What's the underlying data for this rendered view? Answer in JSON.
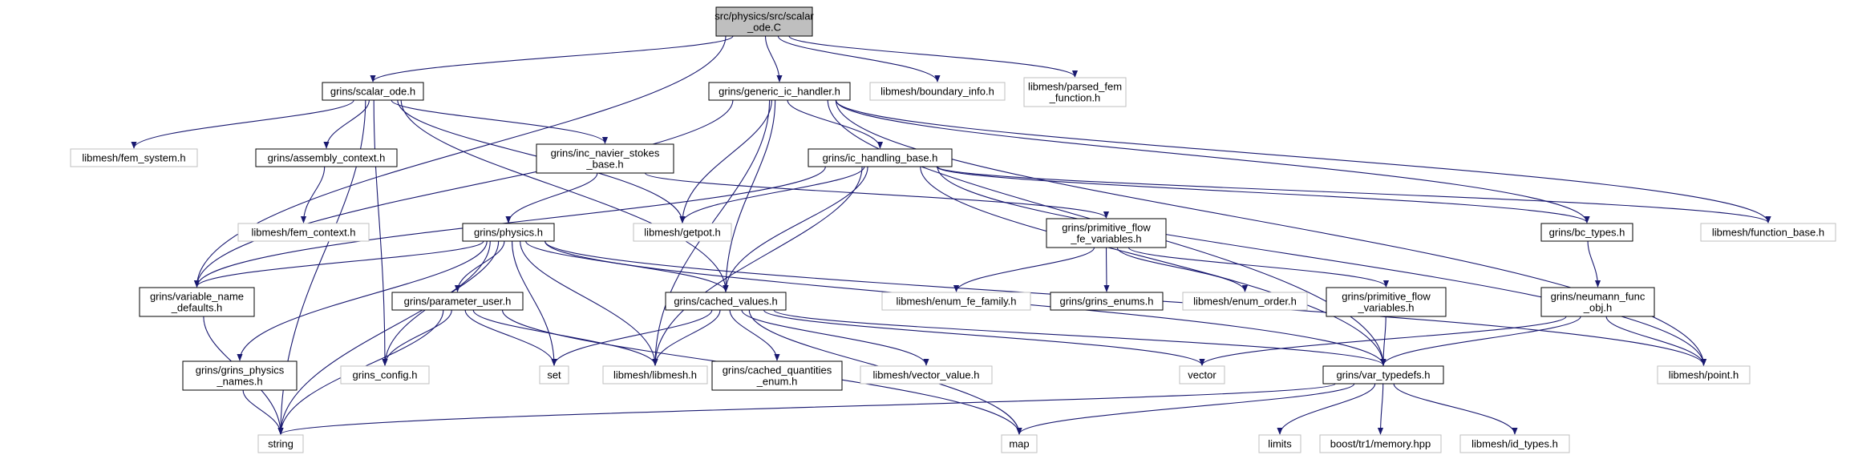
{
  "diagram": {
    "title": "src/physics/src/scalar_ode.C",
    "nodes": [
      {
        "id": "root",
        "lines": [
          "src/physics/src/scalar",
          "_ode.C"
        ],
        "style": "root"
      },
      {
        "id": "scalar_ode_h",
        "lines": [
          "grins/scalar_ode.h"
        ],
        "style": "strong"
      },
      {
        "id": "generic_ic_handler_h",
        "lines": [
          "grins/generic_ic_handler.h"
        ],
        "style": "strong"
      },
      {
        "id": "boundary_info_h",
        "lines": [
          "libmesh/boundary_info.h"
        ],
        "style": "gray"
      },
      {
        "id": "parsed_fem_function_h",
        "lines": [
          "libmesh/parsed_fem",
          "_function.h"
        ],
        "style": "gray"
      },
      {
        "id": "fem_system_h",
        "lines": [
          "libmesh/fem_system.h"
        ],
        "style": "gray"
      },
      {
        "id": "assembly_context_h",
        "lines": [
          "grins/assembly_context.h"
        ],
        "style": "strong"
      },
      {
        "id": "inc_navier_stokes_base_h",
        "lines": [
          "grins/inc_navier_stokes",
          "_base.h"
        ],
        "style": "strong"
      },
      {
        "id": "ic_handling_base_h",
        "lines": [
          "grins/ic_handling_base.h"
        ],
        "style": "strong"
      },
      {
        "id": "fem_context_h",
        "lines": [
          "libmesh/fem_context.h"
        ],
        "style": "gray"
      },
      {
        "id": "getpot_h",
        "lines": [
          "libmesh/getpot.h"
        ],
        "style": "gray"
      },
      {
        "id": "physics_h",
        "lines": [
          "grins/physics.h"
        ],
        "style": "strong"
      },
      {
        "id": "primitive_flow_fe_variables_h",
        "lines": [
          "grins/primitive_flow",
          "_fe_variables.h"
        ],
        "style": "strong"
      },
      {
        "id": "bc_types_h",
        "lines": [
          "grins/bc_types.h"
        ],
        "style": "strong"
      },
      {
        "id": "function_base_h",
        "lines": [
          "libmesh/function_base.h"
        ],
        "style": "gray"
      },
      {
        "id": "variable_name_defaults_h",
        "lines": [
          "grins/variable_name",
          "_defaults.h"
        ],
        "style": "strong"
      },
      {
        "id": "parameter_user_h",
        "lines": [
          "grins/parameter_user.h"
        ],
        "style": "strong"
      },
      {
        "id": "cached_values_h",
        "lines": [
          "grins/cached_values.h"
        ],
        "style": "strong"
      },
      {
        "id": "enum_fe_family_h",
        "lines": [
          "libmesh/enum_fe_family.h"
        ],
        "style": "gray"
      },
      {
        "id": "grins_enums_h",
        "lines": [
          "grins/grins_enums.h"
        ],
        "style": "strong"
      },
      {
        "id": "enum_order_h",
        "lines": [
          "libmesh/enum_order.h"
        ],
        "style": "gray"
      },
      {
        "id": "primitive_flow_variables_h",
        "lines": [
          "grins/primitive_flow",
          "_variables.h"
        ],
        "style": "strong"
      },
      {
        "id": "neumann_func_obj_h",
        "lines": [
          "grins/neumann_func",
          "_obj.h"
        ],
        "style": "strong"
      },
      {
        "id": "grins_physics_names_h",
        "lines": [
          "grins/grins_physics",
          "_names.h"
        ],
        "style": "strong"
      },
      {
        "id": "grins_config_h",
        "lines": [
          "grins_config.h"
        ],
        "style": "gray"
      },
      {
        "id": "set",
        "lines": [
          "set"
        ],
        "style": "gray"
      },
      {
        "id": "libmesh_h",
        "lines": [
          "libmesh/libmesh.h"
        ],
        "style": "gray"
      },
      {
        "id": "cached_quantities_enum_h",
        "lines": [
          "grins/cached_quantities",
          "_enum.h"
        ],
        "style": "strong"
      },
      {
        "id": "vector_value_h",
        "lines": [
          "libmesh/vector_value.h"
        ],
        "style": "gray"
      },
      {
        "id": "vector",
        "lines": [
          "vector"
        ],
        "style": "gray"
      },
      {
        "id": "var_typedefs_h",
        "lines": [
          "grins/var_typedefs.h"
        ],
        "style": "strong"
      },
      {
        "id": "point_h",
        "lines": [
          "libmesh/point.h"
        ],
        "style": "gray"
      },
      {
        "id": "string",
        "lines": [
          "string"
        ],
        "style": "gray"
      },
      {
        "id": "map",
        "lines": [
          "map"
        ],
        "style": "gray"
      },
      {
        "id": "limits",
        "lines": [
          "limits"
        ],
        "style": "gray"
      },
      {
        "id": "boost_memory_hpp",
        "lines": [
          "boost/tr1/memory.hpp"
        ],
        "style": "gray"
      },
      {
        "id": "id_types_h",
        "lines": [
          "libmesh/id_types.h"
        ],
        "style": "gray"
      }
    ],
    "edges": [
      [
        "root",
        "scalar_ode_h"
      ],
      [
        "root",
        "generic_ic_handler_h"
      ],
      [
        "root",
        "boundary_info_h"
      ],
      [
        "root",
        "parsed_fem_function_h"
      ],
      [
        "root",
        "variable_name_defaults_h"
      ],
      [
        "scalar_ode_h",
        "fem_system_h"
      ],
      [
        "scalar_ode_h",
        "assembly_context_h"
      ],
      [
        "scalar_ode_h",
        "inc_navier_stokes_base_h"
      ],
      [
        "scalar_ode_h",
        "getpot_h"
      ],
      [
        "scalar_ode_h",
        "cached_values_h"
      ],
      [
        "scalar_ode_h",
        "grins_config_h"
      ],
      [
        "scalar_ode_h",
        "string"
      ],
      [
        "assembly_context_h",
        "fem_context_h"
      ],
      [
        "inc_navier_stokes_base_h",
        "physics_h"
      ],
      [
        "inc_navier_stokes_base_h",
        "primitive_flow_fe_variables_h"
      ],
      [
        "generic_ic_handler_h",
        "ic_handling_base_h"
      ],
      [
        "generic_ic_handler_h",
        "getpot_h"
      ],
      [
        "generic_ic_handler_h",
        "cached_values_h"
      ],
      [
        "generic_ic_handler_h",
        "libmesh_h"
      ],
      [
        "generic_ic_handler_h",
        "variable_name_defaults_h"
      ],
      [
        "generic_ic_handler_h",
        "bc_types_h"
      ],
      [
        "generic_ic_handler_h",
        "function_base_h"
      ],
      [
        "generic_ic_handler_h",
        "var_typedefs_h"
      ],
      [
        "generic_ic_handler_h",
        "point_h"
      ],
      [
        "ic_handling_base_h",
        "getpot_h"
      ],
      [
        "ic_handling_base_h",
        "variable_name_defaults_h"
      ],
      [
        "ic_handling_base_h",
        "cached_values_h"
      ],
      [
        "ic_handling_base_h",
        "libmesh_h"
      ],
      [
        "ic_handling_base_h",
        "bc_types_h"
      ],
      [
        "ic_handling_base_h",
        "function_base_h"
      ],
      [
        "ic_handling_base_h",
        "var_typedefs_h"
      ],
      [
        "ic_handling_base_h",
        "point_h"
      ],
      [
        "physics_h",
        "variable_name_defaults_h"
      ],
      [
        "physics_h",
        "grins_physics_names_h"
      ],
      [
        "physics_h",
        "parameter_user_h"
      ],
      [
        "physics_h",
        "cached_values_h"
      ],
      [
        "physics_h",
        "grins_config_h"
      ],
      [
        "physics_h",
        "set"
      ],
      [
        "physics_h",
        "libmesh_h"
      ],
      [
        "physics_h",
        "string"
      ],
      [
        "physics_h",
        "var_typedefs_h"
      ],
      [
        "physics_h",
        "point_h"
      ],
      [
        "primitive_flow_fe_variables_h",
        "enum_fe_family_h"
      ],
      [
        "primitive_flow_fe_variables_h",
        "grins_enums_h"
      ],
      [
        "primitive_flow_fe_variables_h",
        "enum_order_h"
      ],
      [
        "primitive_flow_fe_variables_h",
        "primitive_flow_variables_h"
      ],
      [
        "primitive_flow_variables_h",
        "var_typedefs_h"
      ],
      [
        "bc_types_h",
        "neumann_func_obj_h"
      ],
      [
        "neumann_func_obj_h",
        "vector"
      ],
      [
        "neumann_func_obj_h",
        "var_typedefs_h"
      ],
      [
        "neumann_func_obj_h",
        "point_h"
      ],
      [
        "variable_name_defaults_h",
        "string"
      ],
      [
        "grins_physics_names_h",
        "string"
      ],
      [
        "parameter_user_h",
        "grins_config_h"
      ],
      [
        "parameter_user_h",
        "set"
      ],
      [
        "parameter_user_h",
        "libmesh_h"
      ],
      [
        "parameter_user_h",
        "string"
      ],
      [
        "parameter_user_h",
        "map"
      ],
      [
        "cached_values_h",
        "set"
      ],
      [
        "cached_values_h",
        "libmesh_h"
      ],
      [
        "cached_values_h",
        "cached_quantities_enum_h"
      ],
      [
        "cached_values_h",
        "vector_value_h"
      ],
      [
        "cached_values_h",
        "vector"
      ],
      [
        "cached_values_h",
        "map"
      ],
      [
        "cached_values_h",
        "var_typedefs_h"
      ],
      [
        "var_typedefs_h",
        "string"
      ],
      [
        "var_typedefs_h",
        "map"
      ],
      [
        "var_typedefs_h",
        "limits"
      ],
      [
        "var_typedefs_h",
        "boost_memory_hpp"
      ],
      [
        "var_typedefs_h",
        "id_types_h"
      ]
    ],
    "colors": {
      "edge": "#191970",
      "root_fill": "#bfbfbf",
      "strong_border": "#000000",
      "gray_border": "#bfbfbf",
      "text": "#000000"
    }
  }
}
